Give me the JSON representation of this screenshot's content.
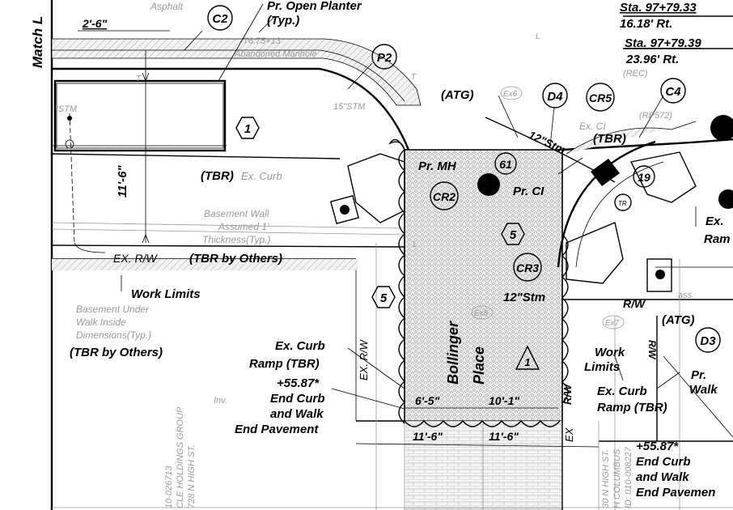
{
  "sheet": {
    "side_label": "Match L",
    "dim_top": "2'-6\"",
    "dim_vert": "11'-6\"",
    "asphalt": "Asphalt",
    "pr_open_planter_1": "Pr. Open Planter",
    "pr_open_planter_2": "(Typ.)",
    "abandoned_manhole_1": "T6.75+13",
    "abandoned_manhole_2": "Abandoned Manhole",
    "sta_1a": "Sta. 97+79.33",
    "sta_1b": "16.18' Rt.",
    "sta_2a": "Sta. 97+79.39",
    "sta_2b": "23.96' Rt.",
    "rec": "(REC)",
    "stm_label": "\"STM",
    "stm_15": "15\"STM",
    "atg_1": "(ATG)",
    "atg_2": "(ATG)",
    "ex_ci": "Ex. CI",
    "rp572": "(RP572)",
    "tbr": "(TBR)",
    "tbr_ex_curb_1": "(TBR)",
    "tbr_ex_curb_2": "Ex. Curb",
    "pr_mh": "Pr. MH",
    "pr_ci": "Pr. CI",
    "stm_12a": "12\"Stm",
    "stm_12b": "12\"Stm",
    "basement_wall_1": "Basement Wall",
    "basement_wall_2": "Assumed 1'",
    "basement_wall_3": "Thickness(Typ.)",
    "ex_rw": "EX. R/W",
    "tbr_others": "(TBR by Others)",
    "work_limits": "Work Limits",
    "basement_under_1": "Basement Under",
    "basement_under_2": "Walk Inside",
    "basement_under_3": "Dimensions(Typ.)",
    "tbr_others_2": "(TBR by Others)",
    "ex_curb_ramp_1": "Ex. Curb",
    "ex_curb_ramp_2": "Ramp (TBR)",
    "sta_5587_a": "+55.87*",
    "end_curb_a1": "End Curb",
    "end_curb_a2": "and Walk",
    "end_curb_a3": "End Pavement",
    "inv": "Inv.",
    "ex_rw_vert": "EX. R/W",
    "bollinger": "Bollinger",
    "place": "Place",
    "dim_6_5": "6'-5\"",
    "dim_10_1": "10'-1\"",
    "dim_11_6a": "11'-6\"",
    "dim_11_6b": "11'-6\"",
    "ex_vert": "EX",
    "rw_small": "R/W",
    "rw_small_2": "R/W",
    "work_limits_r1": "Work",
    "work_limits_r2": "Limits",
    "ex_curb_r1": "Ex. Curb",
    "ex_curb_r2": "Ramp (TBR)",
    "pr_walk_1": "Pr.",
    "pr_walk_2": "Walk",
    "ex_ramp_1": "Ex.",
    "ex_ramp_2": "Ram",
    "sta_5587_b": "+55.87*",
    "end_curb_b1": "End Curb",
    "end_curb_b2": "and Walk",
    "end_curb_b3": "End Pavemen",
    "lot_left_1": "728 N HIGH ST.",
    "lot_left_2": "CLE HOLDINGS GROUP",
    "lot_left_3": "10-026713",
    "lot_right_1": "30 N HIGH ST.",
    "lot_right_2": "H COLUMBUS",
    "lot_right_3": "ID: 010-008227",
    "grass": "ass",
    "ex5": "Ex5",
    "ex6": "Ex6",
    "ex7": "Ex7",
    "tr": "TR",
    "label_T": "T",
    "label_L": "L"
  },
  "callouts": {
    "c2": "C2",
    "p2": "P2",
    "d4": "D4",
    "cr5": "CR5",
    "c4": "C4",
    "n61": "61",
    "cr2": "CR2",
    "n19": "19",
    "cr3": "CR3",
    "d3": "D3"
  },
  "hex_tags": {
    "h1": "1",
    "h5a": "5",
    "h5b": "5"
  },
  "tri_tag": "1"
}
